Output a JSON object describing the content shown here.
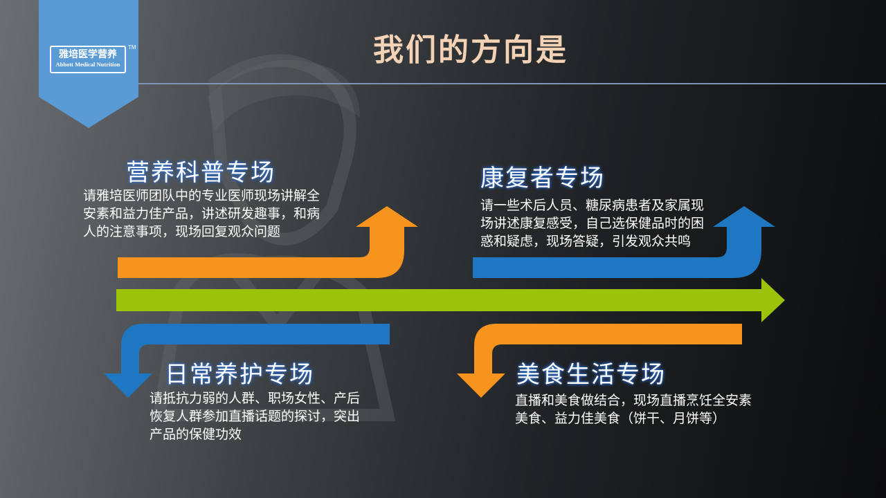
{
  "title": "我们的方向是",
  "logo": {
    "name_cn": "雅培医学营养",
    "name_en": "Abbott Medical Nutrition",
    "tm": "TM"
  },
  "colors": {
    "orange": "#f7941d",
    "blue": "#1f77c1",
    "green": "#9dc20a",
    "logo_blue": "#5b9bd5",
    "title": "#f3d2b6"
  },
  "sections": {
    "nutrition": {
      "heading": "营养科普专场",
      "lines": [
        "请雅培医师团队中的专业医师现场讲解全",
        "安素和益力佳产品，讲述研发趣事，和病",
        "人的注意事项，现场回复观众问题"
      ]
    },
    "rehab": {
      "heading": "康复者专场",
      "lines": [
        "请一些术后人员、糖尿病患者及家属现",
        "场讲述康复感受，自己选保健品时的困",
        "惑和疑虑，现场答疑，引发观众共鸣"
      ]
    },
    "daily": {
      "heading": "日常养护专场",
      "lines": [
        "请抵抗力弱的人群、职场女性、产后",
        "恢复人群参加直播话题的探讨，突出",
        "产品的保健功效"
      ]
    },
    "food": {
      "heading": "美食生活专场",
      "lines": [
        "直播和美食做结合，现场直播烹饪全安素",
        "美食、益力佳美食（饼干、月饼等）"
      ]
    }
  }
}
